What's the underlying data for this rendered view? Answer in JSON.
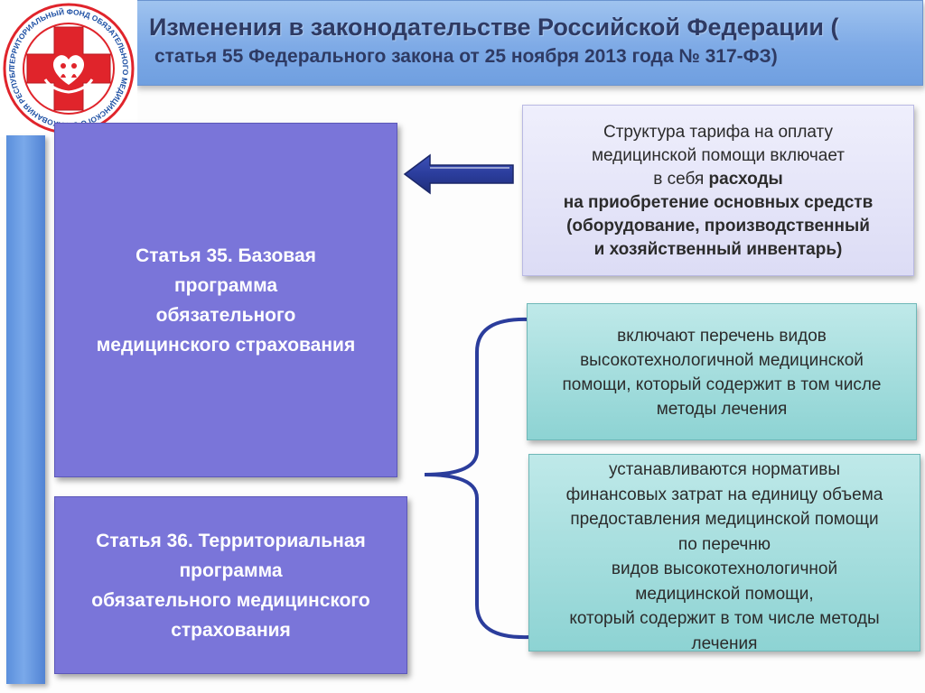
{
  "header": {
    "line1": "Изменения в законодательстве Российской Федерации (",
    "line2": "статья 55 Федерального закона от 25 ноября 2013 года № 317-ФЗ)"
  },
  "logo": {
    "ring_text": "ТЕРРИТОРИАЛЬНЫЙ ФОНД ОБЯЗАТЕЛЬНОГО МЕДИЦИНСКОГО СТРАХОВАНИЯ РЕСПУБЛИКИ АДЫГЕЯ",
    "colors": {
      "cross": "#e0242b",
      "ring": "#e0242b",
      "text": "#1d4fa3"
    }
  },
  "article35": {
    "text": "Статья 35. Базовая\nпрограмма\nобязательного\nмедицинского страхования"
  },
  "article36": {
    "text": "Статья 36. Территориальная\nпрограмма\nобязательного медицинского\nстрахования"
  },
  "tariff": {
    "line1": "Структура тарифа на оплату",
    "line2": "медицинской помощи включает",
    "line3_prefix": "в себя ",
    "line3_bold": "расходы",
    "line4": "на приобретение основных средств",
    "line5": "(оборудование, производственный",
    "line6": "и хозяйственный инвентарь)"
  },
  "includes_box": {
    "text": "включают перечень видов\nвысокотехнологичной медицинской\nпомощи, который содержит в том числе\nметоды лечения"
  },
  "norms_box": {
    "text": "устанавливаются нормативы\nфинансовых затрат на единицу объема\nпредоставления медицинской помощи\nпо перечню\nвидов высокотехнологичной\nмедицинской помощи,\nкоторый содержит в том числе методы\nлечения"
  },
  "colors": {
    "header_bg": "#7eaae6",
    "title_text": "#2e3a63",
    "purple_box": "#7a75d9",
    "lavender_box": "#dcdcf5",
    "teal_box": "#8dd3d3",
    "arrow": "#2b3d9c",
    "brace": "#2b3d9c"
  }
}
